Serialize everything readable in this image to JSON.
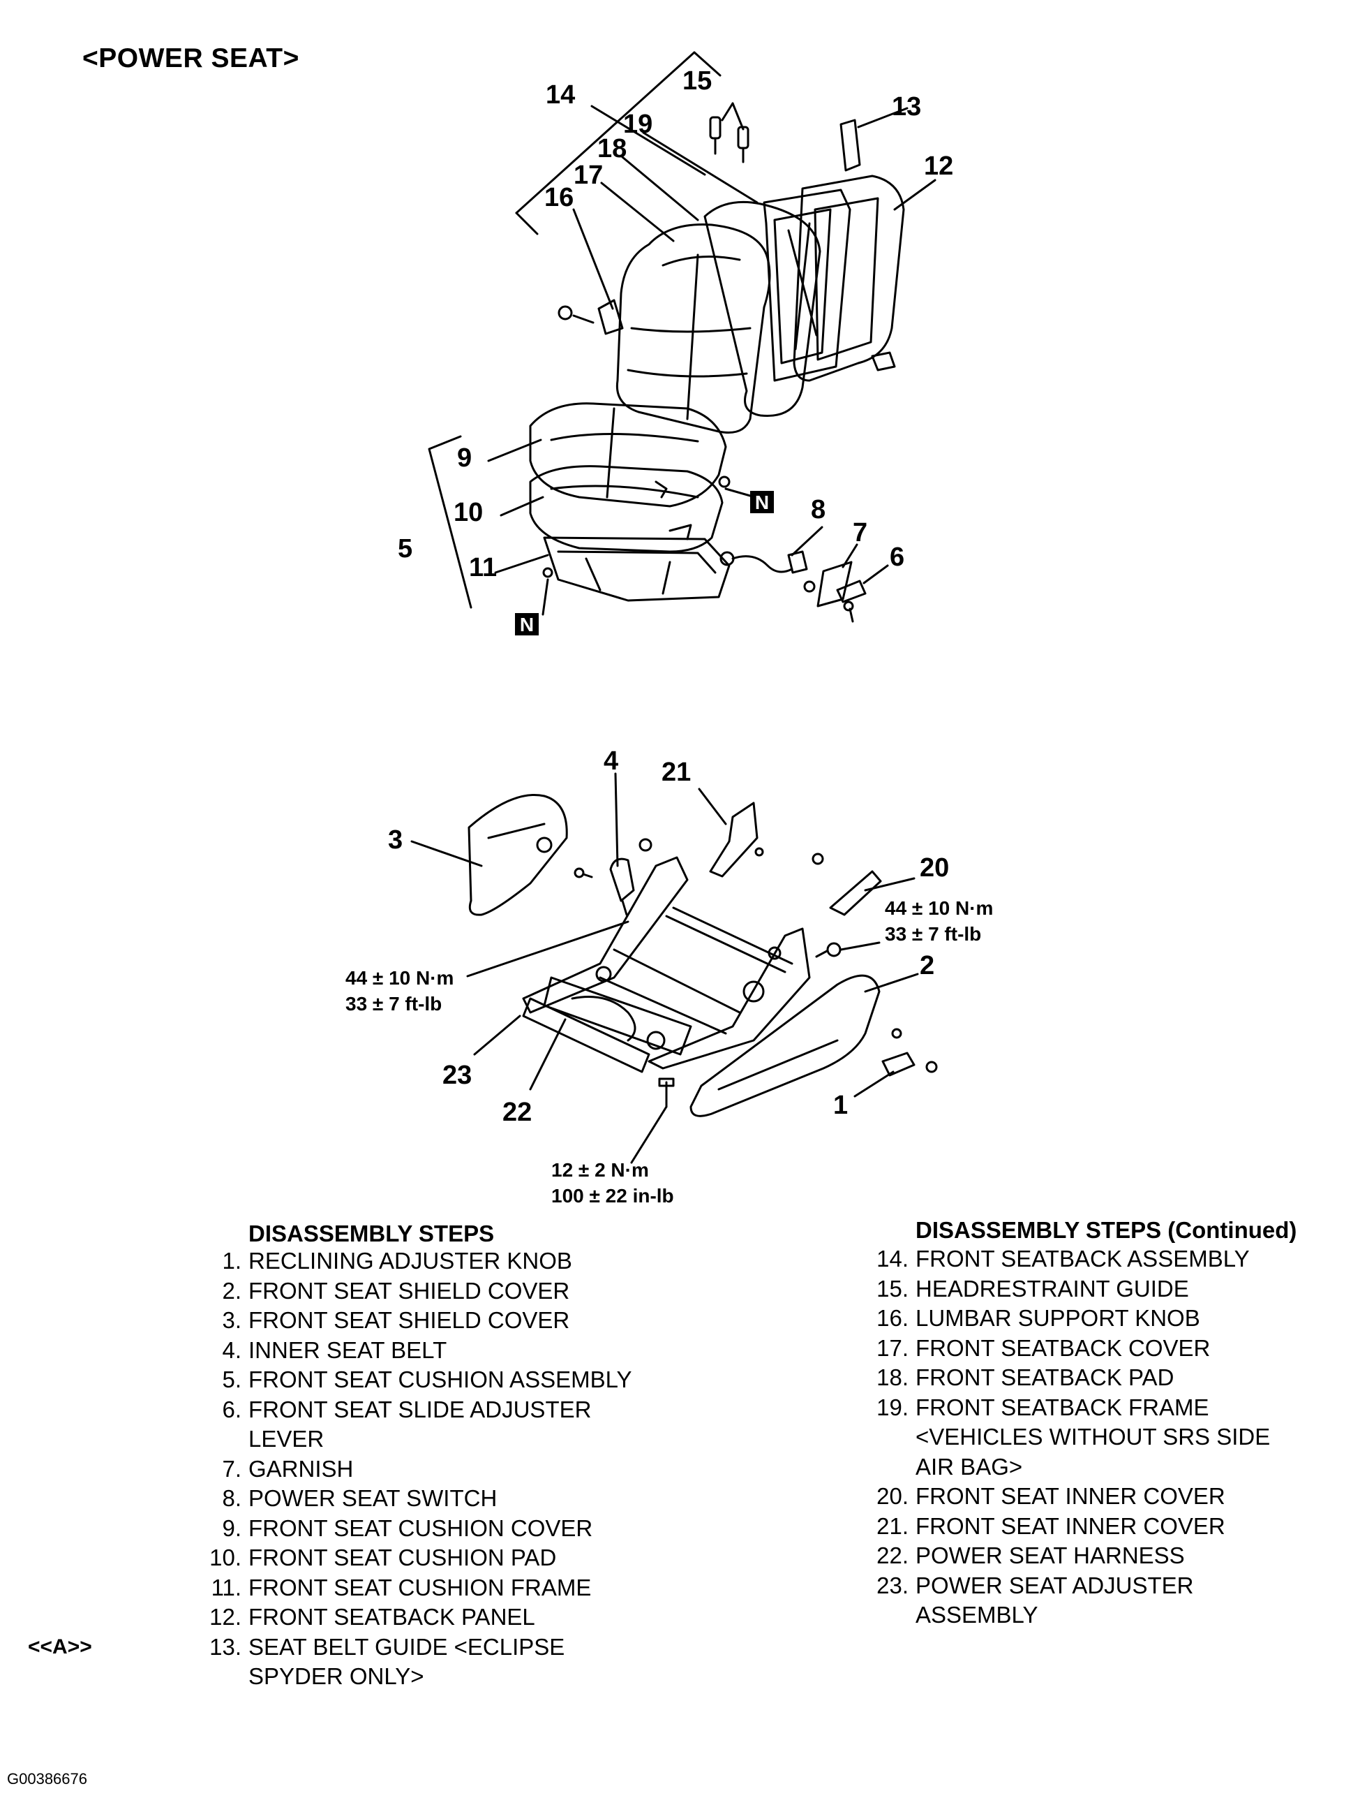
{
  "title": "<POWER SEAT>",
  "callouts_upper": [
    "15",
    "14",
    "19",
    "13",
    "18",
    "17",
    "12",
    "16",
    "9",
    "N",
    "8",
    "7",
    "10",
    "5",
    "6",
    "11",
    "N"
  ],
  "callouts_lower": [
    "4",
    "21",
    "3",
    "20",
    "2",
    "23",
    "22",
    "1"
  ],
  "torque_labels": {
    "right_nm": "44 ± 10 N·m",
    "right_ftlb": "33 ± 7 ft-lb",
    "left_nm": "44 ± 10 N·m",
    "left_ftlb": "33 ± 7 ft-lb",
    "bottom_nm": "12 ± 2 N·m",
    "bottom_inlb": "100 ± 22 in-lb"
  },
  "steps_left": {
    "heading": "DISASSEMBLY STEPS",
    "items": [
      {
        "num": "1.",
        "text": "RECLINING ADJUSTER KNOB"
      },
      {
        "num": "2.",
        "text": "FRONT SEAT SHIELD COVER"
      },
      {
        "num": "3.",
        "text": "FRONT SEAT SHIELD COVER"
      },
      {
        "num": "4.",
        "text": "INNER SEAT BELT"
      },
      {
        "num": "5.",
        "text": "FRONT SEAT CUSHION ASSEMBLY"
      },
      {
        "num": "6.",
        "text": "FRONT SEAT SLIDE ADJUSTER"
      },
      {
        "num": "",
        "text": "LEVER"
      },
      {
        "num": "7.",
        "text": "GARNISH"
      },
      {
        "num": "8.",
        "text": "POWER SEAT SWITCH"
      },
      {
        "num": "9.",
        "text": "FRONT SEAT CUSHION COVER"
      },
      {
        "num": "10.",
        "text": "FRONT SEAT CUSHION PAD"
      },
      {
        "num": "11.",
        "text": "FRONT SEAT CUSHION FRAME"
      },
      {
        "num": "12.",
        "text": "FRONT SEATBACK PANEL"
      },
      {
        "num": "13.",
        "text": "SEAT BELT GUIDE <ECLIPSE"
      },
      {
        "num": "",
        "text": "SPYDER ONLY>"
      }
    ]
  },
  "steps_right": {
    "heading": "DISASSEMBLY STEPS (Continued)",
    "items": [
      {
        "num": "14.",
        "text": "FRONT SEATBACK ASSEMBLY"
      },
      {
        "num": "15.",
        "text": "HEADRESTRAINT GUIDE"
      },
      {
        "num": "16.",
        "text": "LUMBAR SUPPORT KNOB"
      },
      {
        "num": "17.",
        "text": "FRONT SEATBACK COVER"
      },
      {
        "num": "18.",
        "text": "FRONT SEATBACK PAD"
      },
      {
        "num": "19.",
        "text": "FRONT SEATBACK FRAME"
      },
      {
        "num": "",
        "text": "<VEHICLES WITHOUT SRS SIDE"
      },
      {
        "num": "",
        "text": "AIR BAG>"
      },
      {
        "num": "20.",
        "text": "FRONT SEAT INNER COVER"
      },
      {
        "num": "21.",
        "text": "FRONT SEAT INNER COVER"
      },
      {
        "num": "22.",
        "text": "POWER SEAT HARNESS"
      },
      {
        "num": "23.",
        "text": "POWER SEAT ADJUSTER"
      },
      {
        "num": "",
        "text": "ASSEMBLY"
      }
    ]
  },
  "note_marker": "<<A>>",
  "figure_id": "G00386676"
}
